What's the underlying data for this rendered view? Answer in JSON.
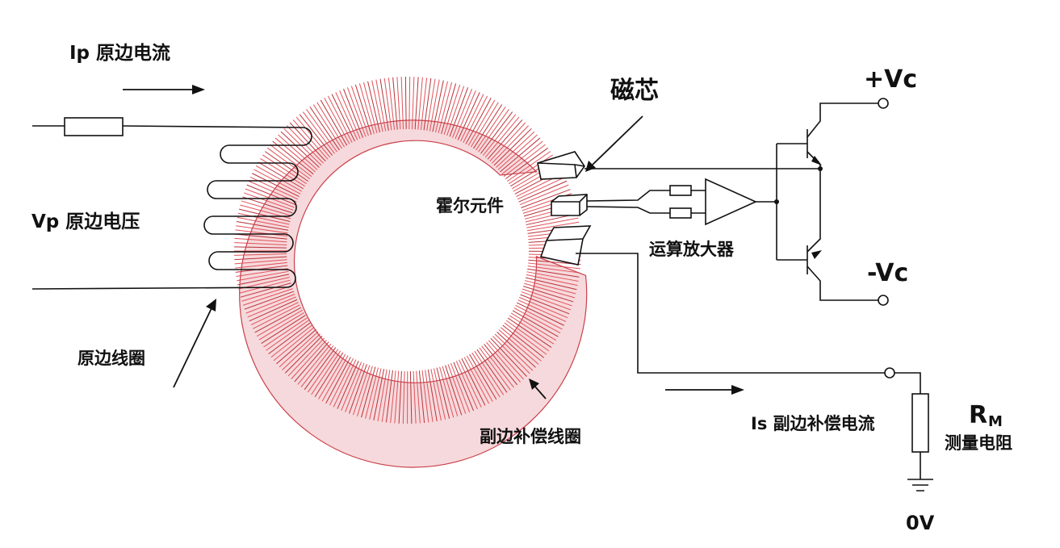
{
  "labels": {
    "primary_current": "Ip  原边电流",
    "primary_voltage": "Vp 原边电压",
    "primary_coil": "原边线圈",
    "magnetic_core": "磁芯",
    "hall_element": "霍尔元件",
    "op_amp": "运算放大器",
    "secondary_coil": "副边补偿线圈",
    "secondary_current": "Is 副边补偿电流",
    "supply_positive": "+Vc",
    "supply_negative": "-Vc",
    "resistor_symbol": "R",
    "resistor_subscript": "M",
    "resistor_desc": "测量电阻",
    "ground": "0V"
  },
  "colors": {
    "coil": "#e0525a",
    "coil_dark": "#b8323a",
    "ink": "#111111"
  }
}
